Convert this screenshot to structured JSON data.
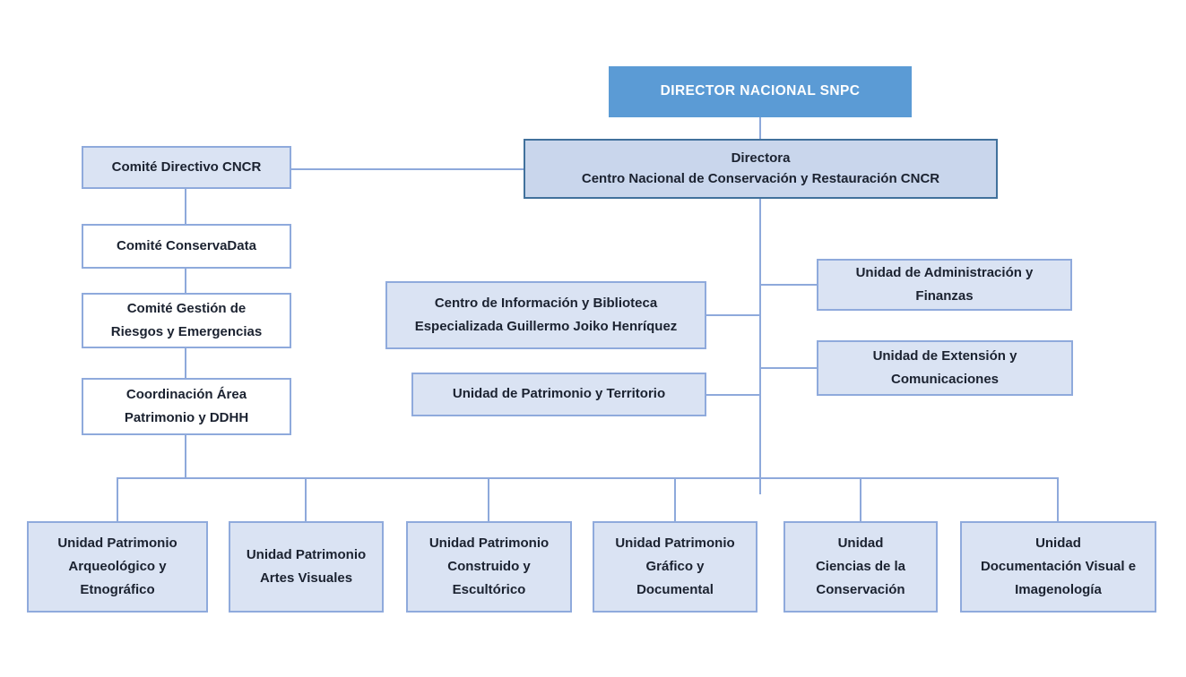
{
  "colors": {
    "primary_blue": "#5b9bd5",
    "light_fill": "#dae3f3",
    "directora_fill": "#c9d6ec",
    "light_border": "#8faadc",
    "dark_border": "#41719c",
    "connector": "#8ea9db",
    "text_dark": "#1b2230",
    "text_light": "#ffffff",
    "background": "#ffffff"
  },
  "org": {
    "director_nacional": {
      "label": "DIRECTOR NACIONAL SNPC"
    },
    "directora": {
      "title": "Directora",
      "subtitle": "Centro Nacional de Conservación y Restauración CNCR"
    },
    "comites": {
      "directivo": {
        "label": "Comité Directivo CNCR"
      },
      "conservadata": {
        "label": "Comité ConservaData"
      },
      "gestion_riesgos": {
        "label": [
          "Comité Gestión de",
          "Riesgos y Emergencias"
        ]
      },
      "coordinacion_ddhh": {
        "label": [
          "Coordinación Área",
          "Patrimonio y DDHH"
        ]
      }
    },
    "apoyo": {
      "centro_informacion": {
        "label": [
          "Centro de Información y Biblioteca",
          "Especializada Guillermo Joiko Henríquez"
        ]
      },
      "patrimonio_territorio": {
        "label": "Unidad de Patrimonio y Territorio"
      },
      "administracion_finanzas": {
        "label": [
          "Unidad de Administración y",
          "Finanzas"
        ]
      },
      "extension_comunicaciones": {
        "label": [
          "Unidad de Extensión y",
          "Comunicaciones"
        ]
      }
    },
    "unidades": [
      {
        "label": [
          "Unidad Patrimonio",
          "Arqueológico y",
          "Etnográfico"
        ]
      },
      {
        "label": [
          "Unidad Patrimonio",
          "Artes Visuales"
        ]
      },
      {
        "label": [
          "Unidad Patrimonio",
          "Construido y",
          "Escultórico"
        ]
      },
      {
        "label": [
          "Unidad Patrimonio",
          "Gráfico y",
          "Documental"
        ]
      },
      {
        "label": [
          "Unidad",
          "Ciencias de la",
          "Conservación"
        ]
      },
      {
        "label": [
          "Unidad",
          "Documentación Visual e",
          "Imagenología"
        ]
      }
    ]
  }
}
